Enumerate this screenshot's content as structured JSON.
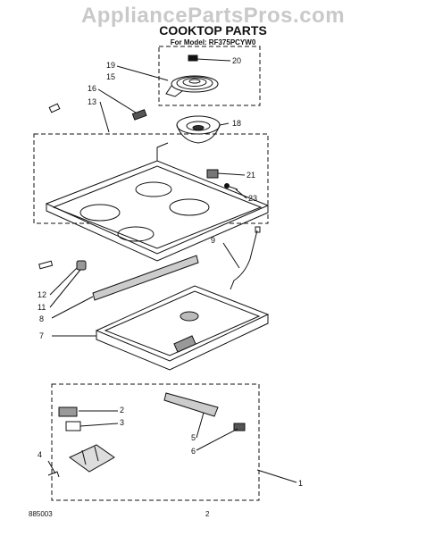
{
  "header": {
    "watermark": "AppliancePartsPros.com",
    "title": "COOKTOP PARTS",
    "model_line": "For Model: RF375PCYW0"
  },
  "callouts": [
    "20",
    "19",
    "15",
    "16",
    "13",
    "18",
    "21",
    "23",
    "9",
    "12",
    "11",
    "8",
    "7",
    "2",
    "3",
    "4",
    "5",
    "6",
    "1"
  ],
  "footer": {
    "doc_number": "885003",
    "page_number": "2"
  }
}
